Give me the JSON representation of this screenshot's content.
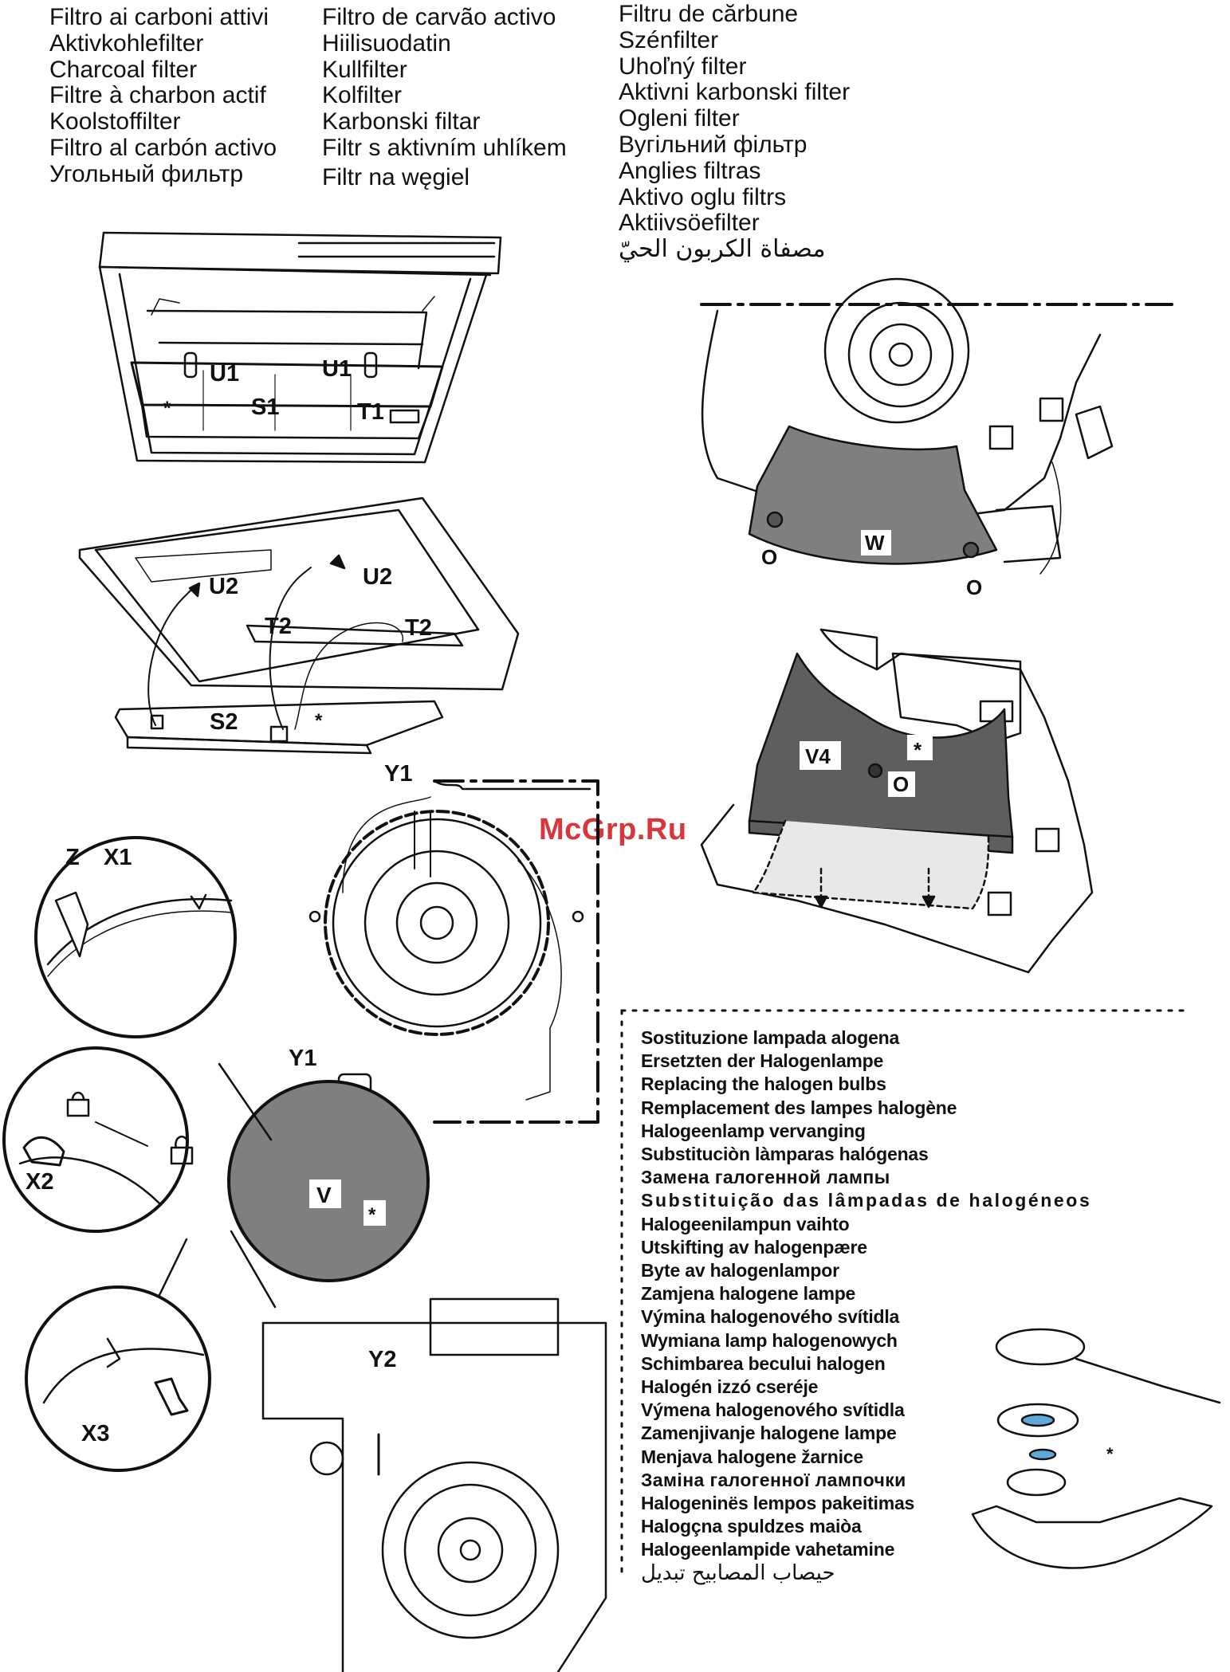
{
  "charcoal_filter": {
    "col1": [
      "Filtro ai carboni attivi",
      "Aktivkohlefilter",
      "Charcoal filter",
      "Filtre à charbon actif",
      "Koolstoffilter",
      "Filtro al carbón activo",
      "Угольный фильтр"
    ],
    "col2": [
      "Filtro de carvão activo",
      "Hiilisuodatin",
      "Kullfilter",
      "Kolfilter",
      "Karbonski filtar",
      "Filtr s aktivním uhlíkem",
      "Filtr na węgiel"
    ],
    "col3": [
      "Filtru de cărbune",
      "Szénfilter",
      "Uhoľný filter",
      "Aktivni karbonski filter",
      "Ogleni filter",
      "Вугільний фільтр",
      "Anglies filtras",
      "Aktivo oglu filtrs",
      "Aktiivsöefilter",
      "مصفاة الكربون الحيّ"
    ]
  },
  "halogen_replacement": [
    "Sostituzione lampada alogena",
    "Ersetzten der Halogenlampe",
    "Replacing the halogen bulbs",
    "Remplacement des lampes halogène",
    "Halogeenlamp vervanging",
    "Substituciòn làmparas halógenas",
    "Замена галогенной лампы",
    "Substituição das lâmpadas de halogéneos",
    "Halogeenilampun vaihto",
    "Utskifting av halogenpære",
    "Byte av halogenlampor",
    "Zamjena halogene lampe",
    "Výmina halogenového svítidla",
    "Wymiana lamp halogenowych",
    "Schimbarea becului halogen",
    "Halogén izzó cseréje",
    "Výmena halogenového svítidla",
    "Zamenjivanje halogene lampe",
    "Menjava halogene žarnice",
    "Заміна галогенної лампочки",
    "Halogeninës lempos pakeitimas",
    "Halogçna spuldzes maiòa",
    "Halogeenlampide vahetamine",
    "حيصاب المصابيح تبديل"
  ],
  "labels": {
    "U1a": "U1",
    "U1b": "U1",
    "S1": "S1",
    "T1": "T1",
    "star1": "*",
    "U2a": "U2",
    "U2b": "U2",
    "T2a": "T2",
    "T2b": "T2",
    "S2": "S2",
    "star2": "*",
    "W": "W",
    "Oa": "O",
    "Ob": "O",
    "V4": "V4",
    "O4": "O",
    "star4": "*",
    "Y1a": "Y1",
    "Y1b": "Y1",
    "Y2": "Y2",
    "Z": "Z",
    "X1": "X1",
    "X2": "X2",
    "X3": "X3",
    "V": "V",
    "starV": "*",
    "starLamp": "*"
  },
  "watermark": "McGrp.Ru",
  "colors": {
    "filter_gray": "#7f7f7f",
    "filter_dark": "#5e5e5e",
    "line": "#111111",
    "watermark": "#d8363a"
  }
}
